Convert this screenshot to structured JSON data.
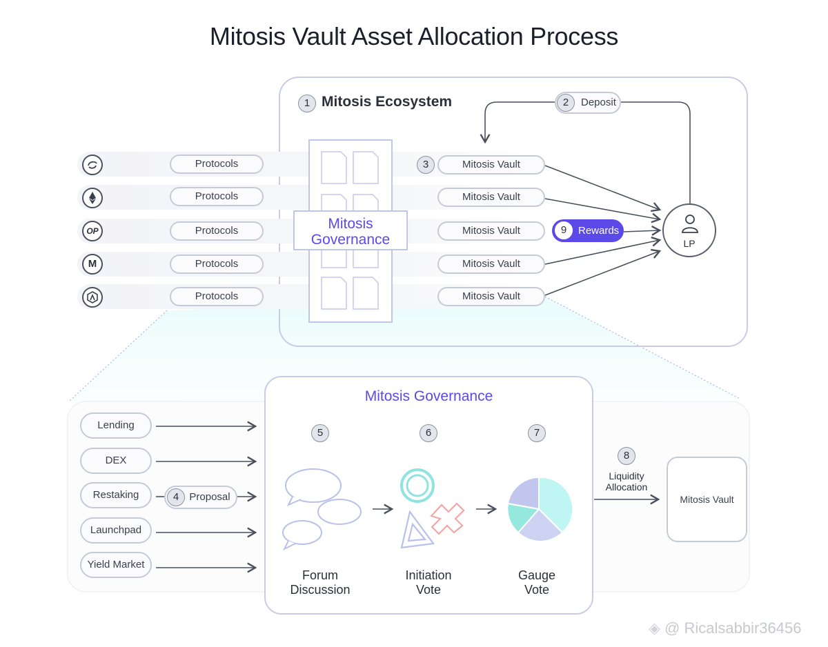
{
  "title": "Mitosis Vault Asset Allocation Process",
  "ecosystem": {
    "step": "1",
    "label": "Mitosis Ecosystem"
  },
  "deposit": {
    "step": "2",
    "label": "Deposit"
  },
  "vaults_step": "3",
  "protocols": [
    {
      "icon": "swirl-icon",
      "label": "Protocols",
      "vault": "Mitosis Vault"
    },
    {
      "icon": "ethereum-icon",
      "label": "Protocols",
      "vault": "Mitosis Vault"
    },
    {
      "icon": "op-icon",
      "label": "Protocols",
      "vault": "Mitosis Vault",
      "icon_text": "OP"
    },
    {
      "icon": "m-icon",
      "label": "Protocols",
      "vault": "Mitosis Vault",
      "icon_text": "M"
    },
    {
      "icon": "arbitrum-icon",
      "label": "Protocols",
      "vault": "Mitosis Vault"
    }
  ],
  "governance_overlay": {
    "label_line1": "Mitosis",
    "label_line2": "Governance"
  },
  "rewards": {
    "step": "9",
    "label": "Rewards"
  },
  "lp": {
    "label": "LP"
  },
  "governance": {
    "title": "Mitosis Governance",
    "categories": [
      "Lending",
      "DEX",
      "Restaking",
      "Launchpad",
      "Yield Market"
    ],
    "proposal": {
      "step": "4",
      "label": "Proposal"
    },
    "stages": [
      {
        "step": "5",
        "line1": "Forum",
        "line2": "Discussion"
      },
      {
        "step": "6",
        "line1": "Initiation",
        "line2": "Vote"
      },
      {
        "step": "7",
        "line1": "Gauge",
        "line2": "Vote"
      }
    ]
  },
  "allocation": {
    "step": "8",
    "line1": "Liquidity",
    "line2": "Allocation"
  },
  "final_vault": "Mitosis Vault",
  "watermark": "@ Ricalsabbir36456",
  "colors": {
    "accent": "#5b49e8",
    "border": "#c6cad6",
    "frame": "#c9cbe8",
    "teal": "#8fe4e0"
  }
}
